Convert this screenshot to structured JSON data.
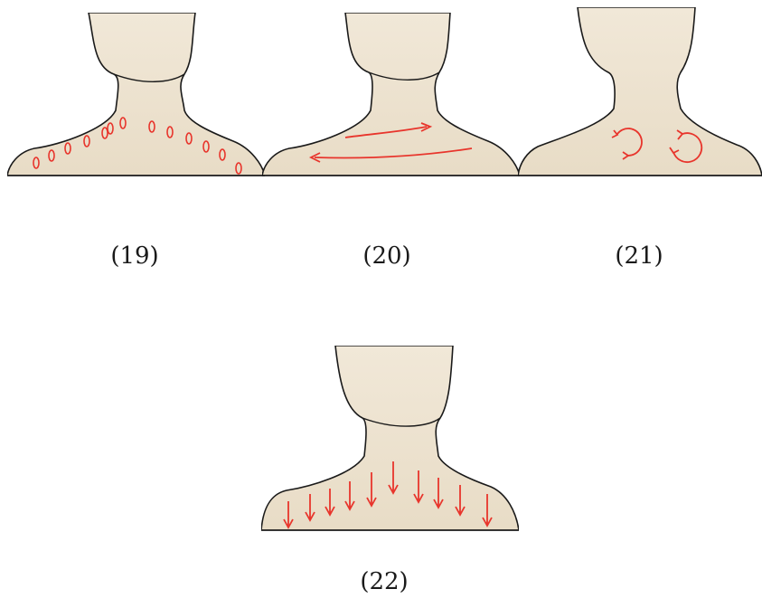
{
  "colors": {
    "skin": "#efe5d3",
    "skin_shade": "#d9ccb4",
    "outline": "#1a1a1a",
    "marker": "#e8352c"
  },
  "panels": [
    {
      "caption": "(19)",
      "motion": "dotted-oval-points",
      "icon": "neck-shoulders-dots"
    },
    {
      "caption": "(20)",
      "motion": "horizontal-strokes",
      "icon": "neck-shoulders-arrows"
    },
    {
      "caption": "(21)",
      "motion": "circular-rotation",
      "icon": "neck-shoulders-circles"
    },
    {
      "caption": "(22)",
      "motion": "downward-strokes",
      "icon": "neck-shoulders-down-arrows"
    }
  ]
}
